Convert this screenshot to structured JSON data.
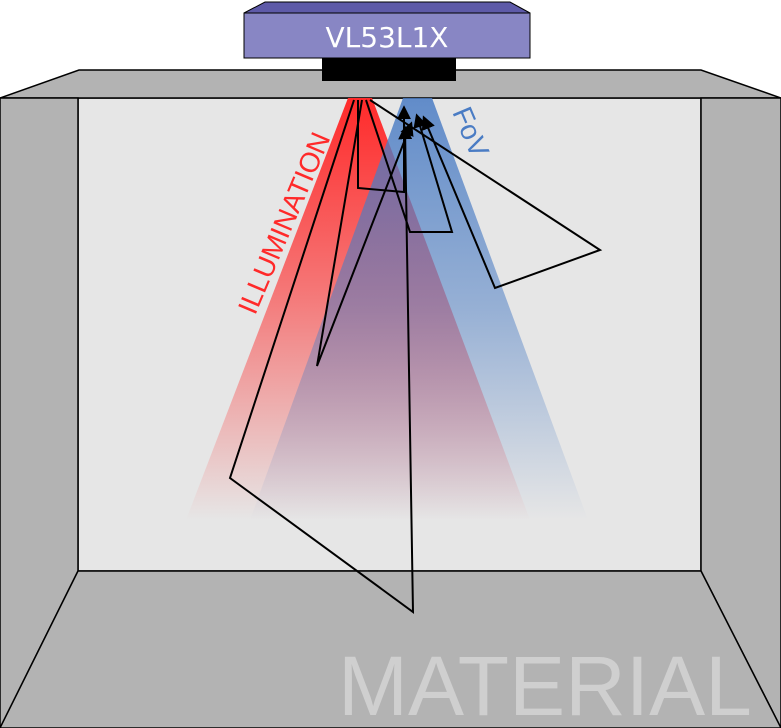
{
  "sensor": {
    "label": "VL53L1X",
    "body_color": "#8886c4",
    "top_color": "#5e5aa8",
    "text_color": "#ffffff",
    "lens_color": "#000000"
  },
  "illumination": {
    "label": "ILLUMINATION",
    "color": "#ff2a2a"
  },
  "fov": {
    "label": "FoV",
    "color": "#4a7cc4"
  },
  "box": {
    "label": "MATERIAL",
    "wall_color": "#b3b3b3",
    "back_color": "#e6e6e6",
    "outline_color": "#000000",
    "label_color": "#cfcfcf"
  }
}
